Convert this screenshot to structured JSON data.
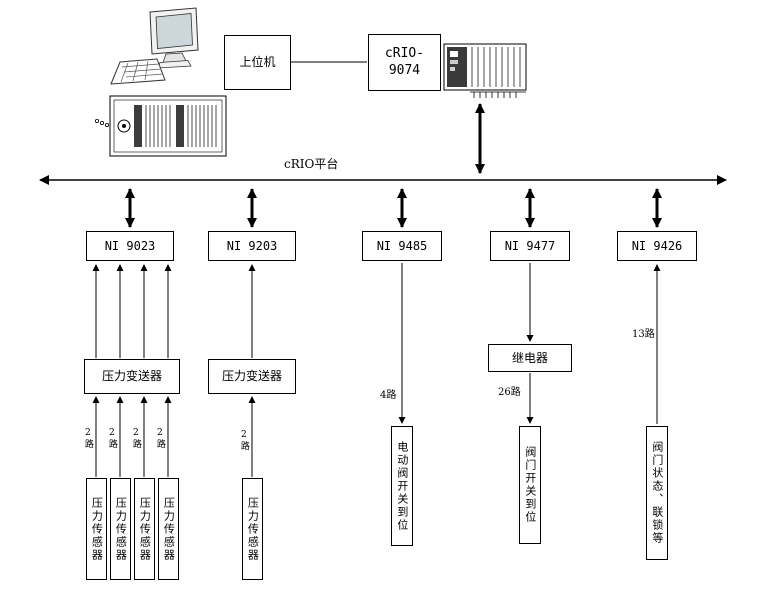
{
  "diagram": {
    "bus_label": "cRIO平台",
    "host_label": "上位机",
    "controller_label": "cRIO-\n9074"
  },
  "modules": [
    {
      "label": "NI 9023"
    },
    {
      "label": "NI 9203"
    },
    {
      "label": "NI 9485"
    },
    {
      "label": "NI 9477"
    },
    {
      "label": "NI 9426"
    }
  ],
  "middle_devices": {
    "transmitter_left": "压力变送器",
    "transmitter_mid": "压力变送器",
    "relay": "继电器"
  },
  "bottom_devices": {
    "sensors_left": [
      "压力传感器",
      "压力传感器",
      "压力传感器",
      "压力传感器"
    ],
    "sensor_mid": "压力传感器",
    "electric_valve_feedback": "电动阀开关到位",
    "valve_switch_feedback": "阀门开关到位",
    "valve_status": "阀门状态、联锁等"
  },
  "channel_counts": {
    "left": [
      "2路",
      "2路",
      "2路",
      "2路"
    ],
    "mid": "2路",
    "ch4": "4路",
    "ch26": "26路",
    "ch13": "13路"
  }
}
